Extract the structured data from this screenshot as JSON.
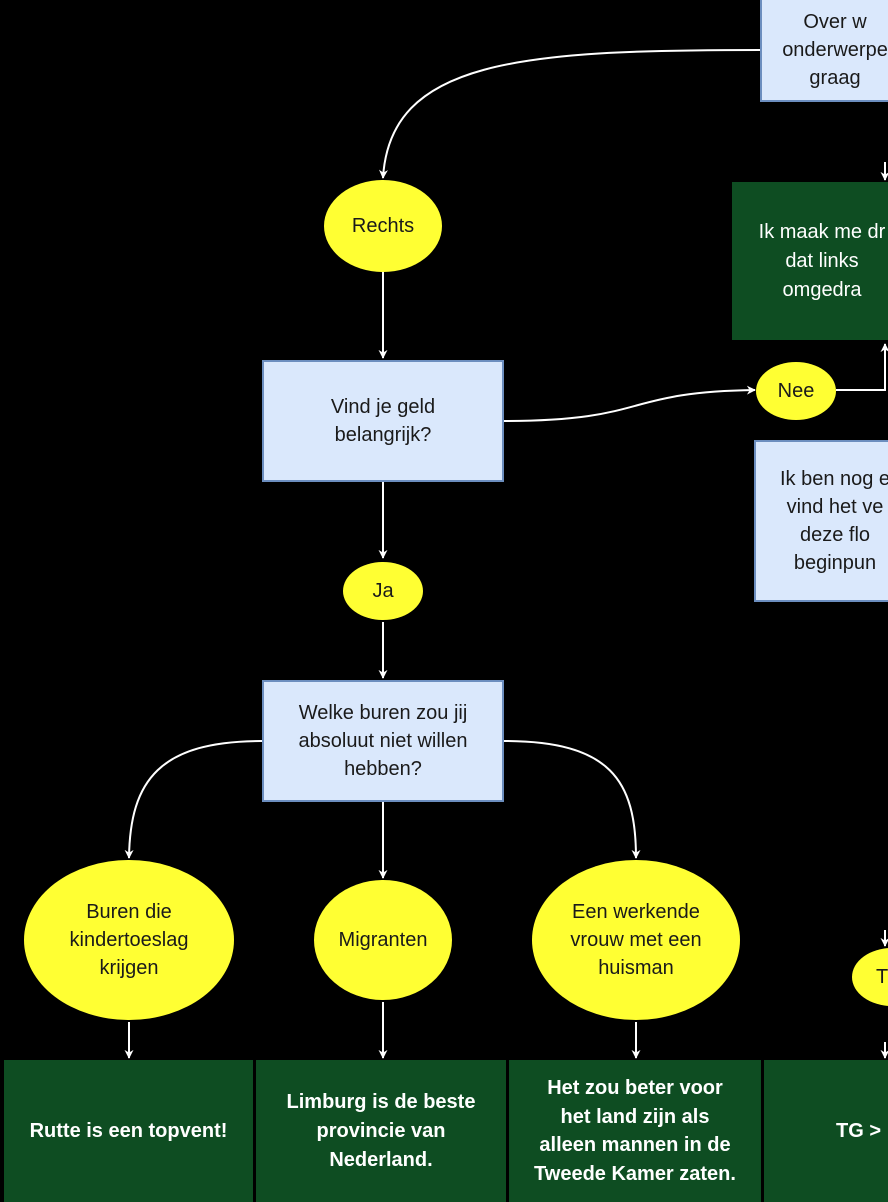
{
  "colors": {
    "background": "#000000",
    "question_fill": "#dae8fc",
    "question_border": "#6c8ebf",
    "answer_fill": "#ffff33",
    "outcome_fill": "#0e4d22",
    "connector": "#ffffff"
  },
  "nodes": {
    "top_question": "Over w\nonderwerpe\ngraag",
    "rechts": "Rechts",
    "worry_box": "Ik maak me dr\ndat links\nomgedra",
    "money_question": "Vind je geld\nbelangrijk?",
    "nee": "Nee",
    "uncertain_box": "Ik ben nog e\nvind het ve\ndeze flo\nbeginpun",
    "ja": "Ja",
    "neighbours_question": "Welke buren zou jij\nabsoluut niet willen\nhebben?",
    "answer_kindertoeslag": "Buren die\nkindertoeslag\nkrijgen",
    "answer_migranten": "Migranten",
    "answer_werkende_vrouw": "Een werkende\nvrouw met een\nhuisman",
    "answer_partial": "T",
    "outcome_rutte": "Rutte is een topvent!",
    "outcome_limburg": "Limburg is de beste\nprovincie van\nNederland.",
    "outcome_mannen": "Het zou beter voor\nhet land zijn als\nalleen mannen in de\nTweede Kamer zaten.",
    "outcome_tg": "TG >"
  }
}
